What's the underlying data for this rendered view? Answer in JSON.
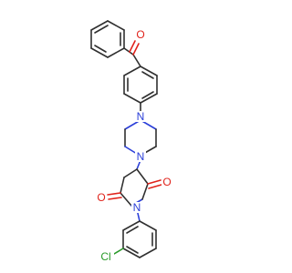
{
  "molecule": {
    "atoms": {
      "o_ketone": "O",
      "n_piperazine_top": "N",
      "n_piperazine_bottom": "N",
      "o_imide_right": "O",
      "o_imide_left": "O",
      "n_imide": "N",
      "cl": "Cl"
    },
    "colors": {
      "carbon_bond": "#303030",
      "oxygen": "#e0231b",
      "nitrogen": "#2b3fd9",
      "chlorine": "#2a9a2a",
      "background": "#ffffff"
    }
  }
}
